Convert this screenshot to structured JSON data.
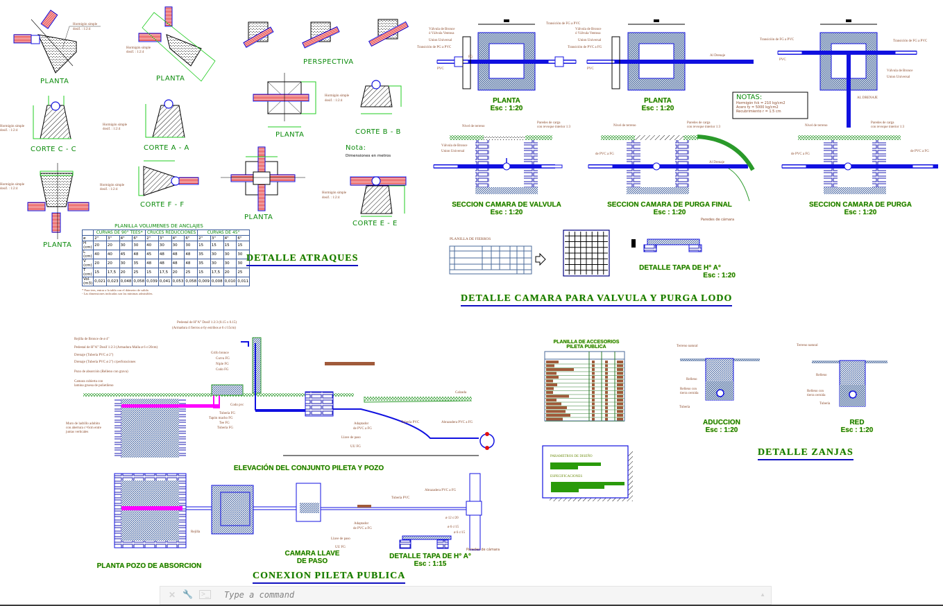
{
  "anclajes": {
    "title": "DETALLE ATRAQUES",
    "views": {
      "planta_1": "PLANTA",
      "planta_2": "PLANTA",
      "perspectiva": "PERSPECTIVA",
      "corte_cc": "CORTE C - C",
      "corte_aa": "CORTE A - A",
      "planta_3": "PLANTA",
      "corte_bb": "CORTE B - B",
      "planta_4": "PLANTA",
      "corte_ff": "CORTE F - F",
      "planta_5": "PLANTA",
      "corte_ee": "CORTE E - E"
    },
    "concrete_note_line1": "Hormigón simple",
    "concrete_note_line2": "dosif. : 1:2:4",
    "section_letters": [
      "C",
      "A",
      "B",
      "F",
      "E"
    ],
    "nota_title": "Nota:",
    "nota_text": "Dimensiones en metros"
  },
  "planilla_volumenes": {
    "title": "PLANILLA VOLUMENES DE ANCLAJES",
    "groups": [
      "CURVAS DE 90° TEES*",
      "CRUCES REDUCCIONES",
      "CURVAS DE 45°"
    ],
    "diameters": [
      "2\"",
      "3\"",
      "4\"",
      "6\"",
      "2\"",
      "3\"",
      "4\"",
      "6\"",
      "2\"",
      "3\"",
      "4\"",
      "6\""
    ],
    "rows": [
      {
        "label": "H (cm)",
        "values": [
          "20",
          "20",
          "30",
          "30",
          "40",
          "30",
          "30",
          "30",
          "15",
          "15",
          "15",
          "15"
        ]
      },
      {
        "label": "L (cm)",
        "values": [
          "40",
          "40",
          "45",
          "48",
          "45",
          "48",
          "48",
          "48",
          "35",
          "30",
          "30",
          "30"
        ]
      },
      {
        "label": "V (cm)",
        "values": [
          "20",
          "20",
          "30",
          "35",
          "48",
          "48",
          "48",
          "48",
          "35",
          "30",
          "30",
          "30"
        ]
      },
      {
        "label": "T (cm)",
        "values": [
          "15",
          "17,5",
          "20",
          "25",
          "15",
          "17,5",
          "20",
          "25",
          "15",
          "17,5",
          "20",
          "25"
        ]
      },
      {
        "label": "Vol. (m3)",
        "values": [
          "0,021",
          "0,023",
          "0,048",
          "0,058",
          "0,039",
          "0,041",
          "0,053",
          "0,058",
          "0,009",
          "0,008",
          "0,010",
          "0,011"
        ]
      }
    ],
    "footnote_1": "* Para tees, entrar a la tabla con el diámetro de salida",
    "footnote_2": "- Las dimensiones indicadas son las mínimas admisibles."
  },
  "camara_valvula": {
    "title": "DETALLE CAMARA PARA VALVULA Y PURGA LODO",
    "plantas": [
      {
        "label": "PLANTA",
        "scale": "Esc : 1:20"
      },
      {
        "label": "PLANTA",
        "scale": "Esc : 1:20"
      }
    ],
    "secciones": [
      {
        "label": "SECCION CAMARA DE VALVULA",
        "scale": "Esc : 1:20"
      },
      {
        "label": "SECCION CAMARA DE PURGA FINAL",
        "scale": "Esc : 1:20"
      },
      {
        "label": "SECCION CAMARA DE PURGA",
        "scale": "Esc : 1:20"
      }
    ],
    "callouts": {
      "valvula": "Válvula de Bronce",
      "valvula_ventosa": "ó Válvula Ventosa",
      "union": "Union Universal",
      "transicion_pg_pvc": "Transición de PG a PVC",
      "transicion_pvc_fg": "Transición de PVC a FG",
      "transicion_short": "Transición de FG a PVC",
      "pvc": "PVC",
      "fg": "FG",
      "al_drenaje": "Al Drenaje",
      "al_drenaje_caps": "AL DRENAJE",
      "nivel_terreno": "Nivel de terreno",
      "paredes_1": "Paredes de carga",
      "paredes_2": "con revoque interior 1:3",
      "de_pvc_fg": "de PVC a FG",
      "paredes_camara": "Paredes de cámara"
    },
    "notas": {
      "title": "NOTAS:",
      "line1": "Hormigón  fck  =  210 kg/cm2",
      "line2": "Acero       fy   =  5000 kg/cm2",
      "line3": "Recubrimiento    r = 1.5 cm"
    },
    "planilla_fierros_title": "PLANILLA DE FIERROS",
    "tapa": {
      "label": "DETALLE TAPA DE H° A°",
      "scale": "Esc : 1:20"
    }
  },
  "pileta": {
    "title": "CONEXION PILETA PUBLICA",
    "elevacion_label": "ELEVACIÓN DEL CONJUNTO PILETA Y POZO",
    "planta_pozo_label": "PLANTA POZO DE ABSORCION",
    "camara_llave_label_1": "CAMARA LLAVE",
    "camara_llave_label_2": "DE PASO",
    "tapa_label": "DETALLE TAPA DE H° A°",
    "tapa_scale": "Esc : 1:15",
    "callouts": {
      "pedestal_top_1": "Pedestal de H°A° Dosif 1:2:3 (0.15 x 0.15)",
      "pedestal_top_2": "(Armadura 4 fierros ø 6y estribos ø 6 c/15cm)",
      "rejilla": "Rejilla de Bronce de ø 4\"",
      "pedestal": "Pedestal de H°A° Dosif 1:2:3 (Armadura Malla ø 6  c/20cm)",
      "drenaje_1": "Drenaje (Tubería PVC ø 2\")",
      "drenaje_2": "Drenaje (Tubería PVC ø 2\") c/perforaciones",
      "pozo": "Pozo de absorción (Relleno con grava)",
      "camara_cubierta_1": "Camara cubierta con",
      "camara_cubierta_2": "lamina gruesa de polietileno",
      "muro_1": "Muro de ladrillo adobito",
      "muro_2": "con abertura c=6cm entre",
      "muro_3": "juntas verticales",
      "grifo": "Grifo bronce",
      "curva": "Curva FG",
      "niple": "Niple FG",
      "codo": "Codo FG",
      "codo_pvc": "Codo pvc",
      "tuberia_fg": "Tubería FG",
      "tapon": "Tapón macho FG",
      "tee": "Tee FG",
      "calzada": "Calzada",
      "adaptador_1": "Adaptador",
      "adaptador_2": "de PVC a FG",
      "tuberia_pvc": "Tubería PVC",
      "abrazadera": "Abrazadera PVC a FG",
      "llave_paso": "Llave de paso",
      "uu_fg": "UU FG",
      "rejilla_short": "Rejilla",
      "paredes_camara": "Paredes de cámara",
      "fierro_1": "ø 12 c/20",
      "fierro_2": "ø 6 c/15",
      "fierro_3": "ø 6 c/15"
    }
  },
  "accesorios": {
    "title_1": "PLANILLA DE ACCESORIOS",
    "title_2": "PILETA PUBLICA"
  },
  "parametros": {
    "title_1": "PARAMETROS DE DISEÑO",
    "title_2": "ESPECIFICACIONES"
  },
  "zanjas": {
    "title": "DETALLE ZANJAS",
    "aduccion": {
      "label": "ADUCCION",
      "scale": "Esc : 1:20"
    },
    "red": {
      "label": "RED",
      "scale": "Esc : 1:20"
    },
    "callouts": {
      "terreno": "Terreno natural",
      "relleno": "Relleno",
      "relleno_tierra_1": "Relleno con",
      "relleno_tierra_2": "tierra cernida",
      "tuberia": "Tubería"
    }
  },
  "command_line": {
    "placeholder": "Type a command"
  },
  "colors": {
    "pipe_blue": "#1010e0",
    "pipe_red": "#e01010",
    "label_green": "#0a8a0a",
    "dim_green": "#22cc22",
    "callout_brown": "#8b4a2b",
    "magenta": "#ff00ff",
    "fill_blue_gray": "#4a6a9a"
  }
}
